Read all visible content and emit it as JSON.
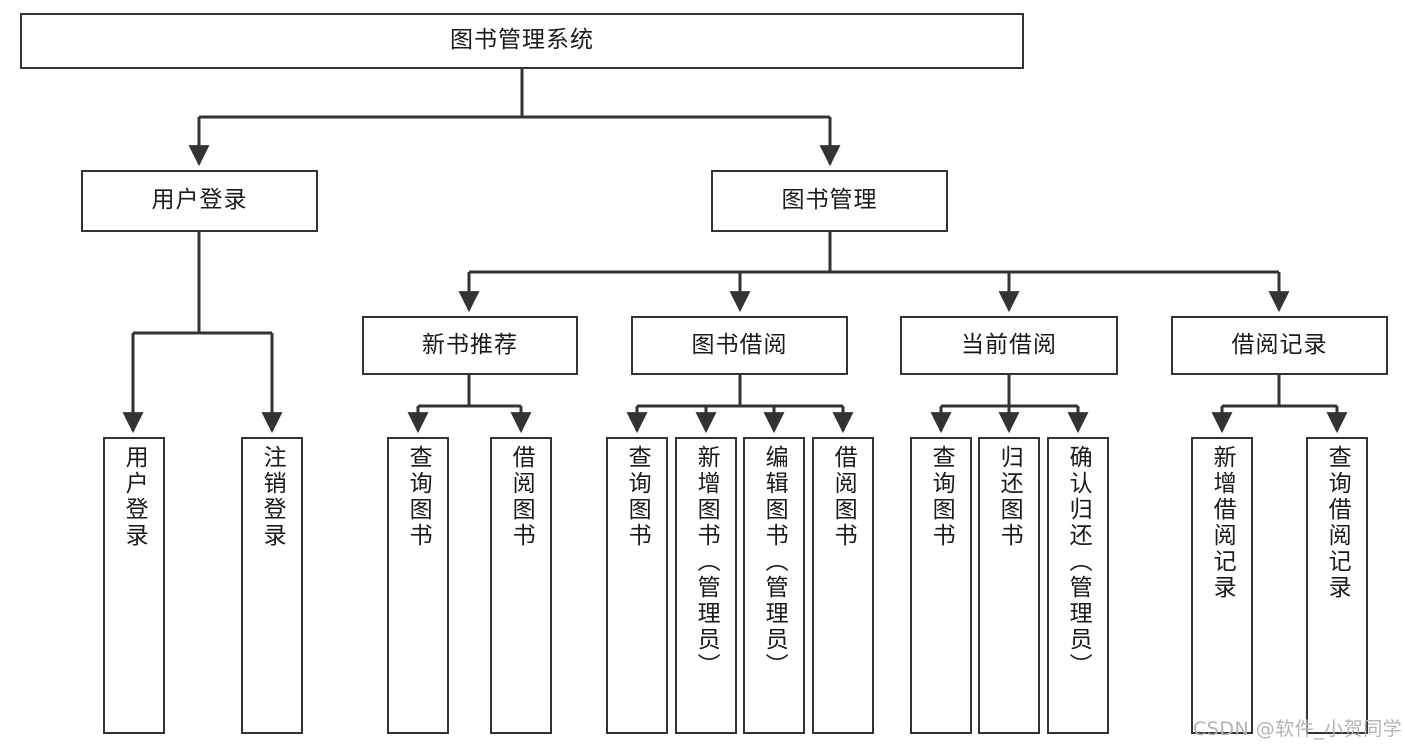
{
  "diagram": {
    "title": "图书管理系统",
    "type": "tree-hierarchy",
    "watermark": "CSDN @软件_小贺同学",
    "colors": {
      "box_border": "#333333",
      "box_fill": "#ffffff",
      "edge": "#333333",
      "text": "#1a1a1a",
      "watermark": "#b4b4b4",
      "background": "#ffffff"
    },
    "root": {
      "label": "图书管理系统"
    },
    "level2": [
      {
        "label": "用户登录"
      },
      {
        "label": "图书管理"
      }
    ],
    "level3": [
      {
        "label": "新书推荐"
      },
      {
        "label": "图书借阅"
      },
      {
        "label": "当前借阅"
      },
      {
        "label": "借阅记录"
      }
    ],
    "leaves": {
      "user_login": [
        {
          "label": "用户登录"
        },
        {
          "label": "注销登录"
        }
      ],
      "new_book_recommend": [
        {
          "label": "查询图书"
        },
        {
          "label": "借阅图书"
        }
      ],
      "book_borrow": [
        {
          "label": "查询图书"
        },
        {
          "label": "新增图书（管理员）"
        },
        {
          "label": "编辑图书（管理员）"
        },
        {
          "label": "借阅图书"
        }
      ],
      "current_borrow": [
        {
          "label": "查询图书"
        },
        {
          "label": "归还图书"
        },
        {
          "label": "确认归还（管理员）"
        }
      ],
      "borrow_record": [
        {
          "label": "新增借阅记录"
        },
        {
          "label": "查询借阅记录"
        }
      ]
    }
  }
}
